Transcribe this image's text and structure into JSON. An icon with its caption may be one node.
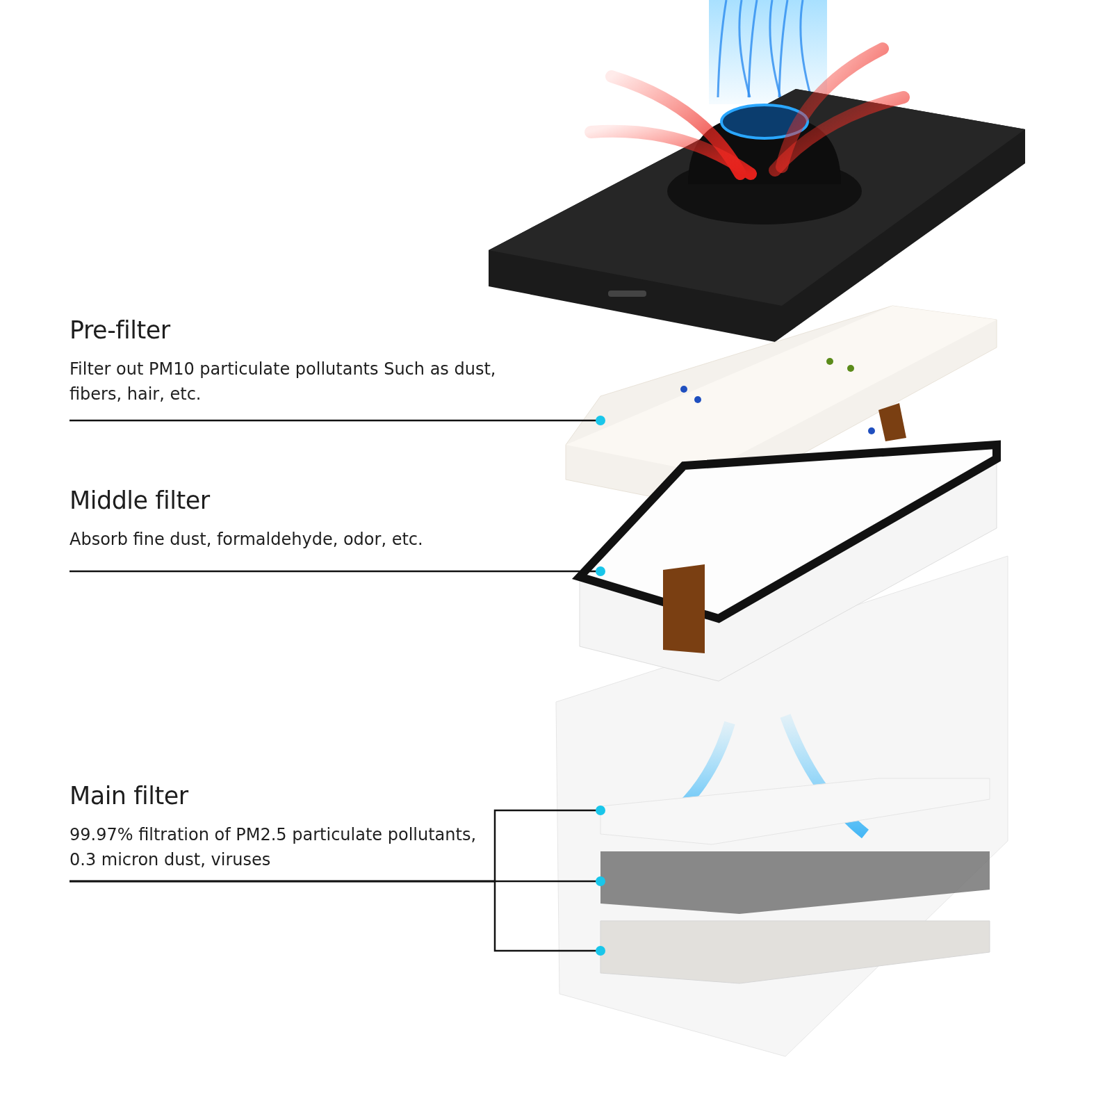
{
  "diagram": {
    "nodes": [
      {
        "text": [
          "Pre-filter",
          "Filter out PM10 particulate pollutants Such as dust, fibers, hair, etc."
        ]
      },
      {
        "text": [],
        "shape": "box"
      },
      {
        "text": [
          "Middle filter",
          "Absorb fine dust, formaldehyde, odor, etc."
        ]
      },
      {
        "text": [],
        "shape": "box"
      },
      {
        "text": [
          "Main filter",
          "99.97% filtration of PM2.5 particulate pollutants, 0.3 micron dust, viruses"
        ]
      },
      {
        "text": [],
        "shape": "box"
      },
      {
        "text": [],
        "shape": "box"
      },
      {
        "text": [],
        "shape": "box"
      }
    ],
    "edges": [
      {
        "from": 0,
        "to": 1,
        "arrow": "other"
      },
      {
        "from": 2,
        "to": 3,
        "arrow": "other"
      },
      {
        "from": 4,
        "to": 5,
        "arrow": "other"
      },
      {
        "from": 4,
        "to": 6,
        "arrow": "other"
      },
      {
        "from": 4,
        "to": 7,
        "arrow": "other"
      }
    ]
  }
}
